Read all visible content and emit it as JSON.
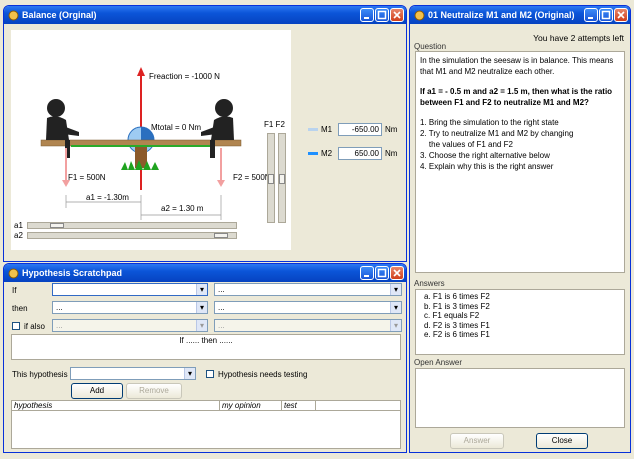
{
  "balance": {
    "title": "Balance (Orginal)",
    "sim": {
      "fraction_label": "Freaction = -1000 N",
      "mtotal_label": "Mtotal = 0   Nm",
      "f1_label": "F1 = 500N",
      "f2_label": "F2 = 500N",
      "a1_label": "a1 = -1.30m",
      "a2_label": "a2 = 1.30 m",
      "slider_header": "F1 F2",
      "a1_slider_label": "a1",
      "a2_slider_label": "a2"
    },
    "moments": [
      {
        "label": "M1",
        "value": "-650.00",
        "unit": "Nm",
        "color": "#b9d3ee"
      },
      {
        "label": "M2",
        "value": "650.00",
        "unit": "Nm",
        "color": "#1e90ff"
      }
    ]
  },
  "question": {
    "title": "01 Neutralize M1 and M2 (Original)",
    "attempts": "You have 2 attempts left",
    "question_label": "Question",
    "intro": "In the simulation the seesaw is in balance. This means that M1 and M2 neutralize each other.",
    "bold_question": "If a1 = - 0.5 m and a2 = 1.5 m, then what is the ratio between F1 and F2 to neutralize M1 and M2?",
    "steps": [
      "1. Bring the simulation to the right state",
      "2. Try to neutralize M1 and M2 by changing",
      "    the values of F1 and F2",
      "3. Choose the right alternative below",
      "4. Explain why this is the right answer"
    ],
    "answers_label": "Answers",
    "answers": [
      "a. F1 is 6 times F2",
      "b. F1 is 3 times F2",
      "c. F1 equals F2",
      "d. F2 is 3 times F1",
      "e. F2 is 6 times F1"
    ],
    "open_answer_label": "Open Answer",
    "answer_button": "Answer",
    "close_button": "Close"
  },
  "scratch": {
    "title": "Hypothesis Scratchpad",
    "if_label": "If",
    "then_label": "then",
    "ifalso_label": "if also",
    "ellipsis": "...",
    "preview": "If ...... then ......",
    "this_hypothesis_label": "This hypothesis",
    "needs_testing_label": "Hypothesis needs testing",
    "add_button": "Add",
    "remove_button": "Remove",
    "columns": [
      "hypothesis",
      "my opinion",
      "test"
    ]
  }
}
